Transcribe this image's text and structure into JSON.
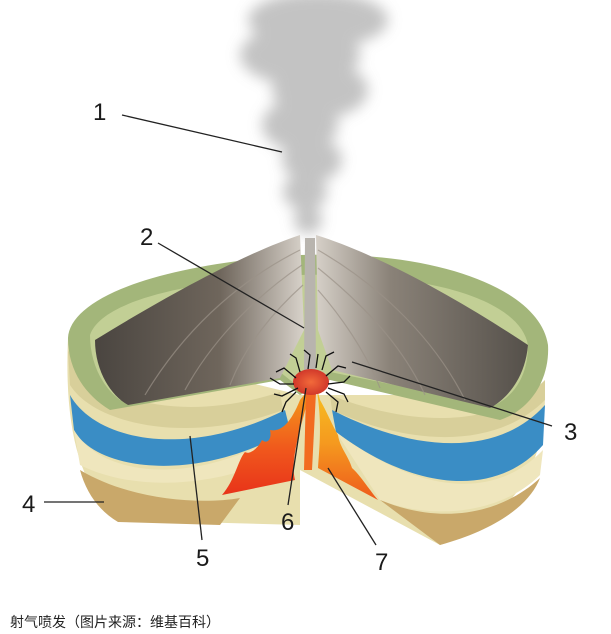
{
  "figure": {
    "labels": [
      "1",
      "2",
      "3",
      "4",
      "5",
      "6",
      "7"
    ]
  },
  "caption": "射气喷发（图片来源：维基百科）"
}
